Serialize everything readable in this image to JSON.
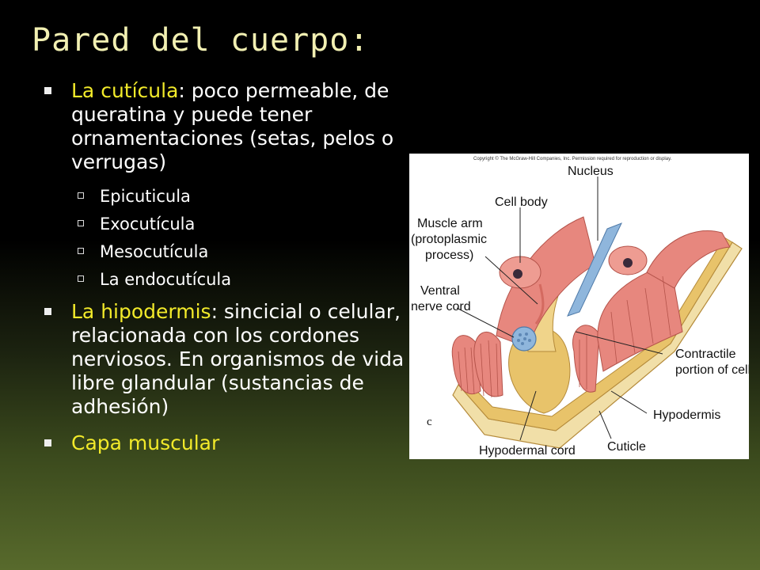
{
  "slide": {
    "title": "Pared del cuerpo:",
    "bullets": [
      {
        "term": "La cutícula",
        "text": ": poco permeable, de queratina y puede tener ornamentaciones (setas, pelos o verrugas)",
        "sub": [
          "Epicuticula",
          "Exocutícula",
          "Mesocutícula",
          "La endocutícula"
        ]
      },
      {
        "term": "La hipodermis",
        "text": ": sincicial o celular, relacionada con los cordones nerviosos. En organismos de vida libre glandular (sustancias de adhesión)"
      },
      {
        "term": "Capa muscular",
        "text": ""
      }
    ]
  },
  "figure": {
    "copyright": "Copyright © The McGraw-Hill Companies, Inc. Permission required for reproduction or display.",
    "labels": {
      "nucleus": "Nucleus",
      "cell_body": "Cell body",
      "muscle_arm_1": "Muscle arm",
      "muscle_arm_2": "(protoplasmic",
      "muscle_arm_3": "process)",
      "ventral_1": "Ventral",
      "ventral_2": "nerve cord",
      "contractile_1": "Contractile",
      "contractile_2": "portion of cell",
      "hypodermis": "Hypodermis",
      "cuticle": "Cuticle",
      "hypodermal_cord": "Hypodermal cord",
      "panel": "c"
    },
    "colors": {
      "muscle": "#e7877e",
      "hypodermis": "#e8c36a",
      "cuticle": "#f1dfa8",
      "nerve": "#8fb6dc"
    }
  }
}
